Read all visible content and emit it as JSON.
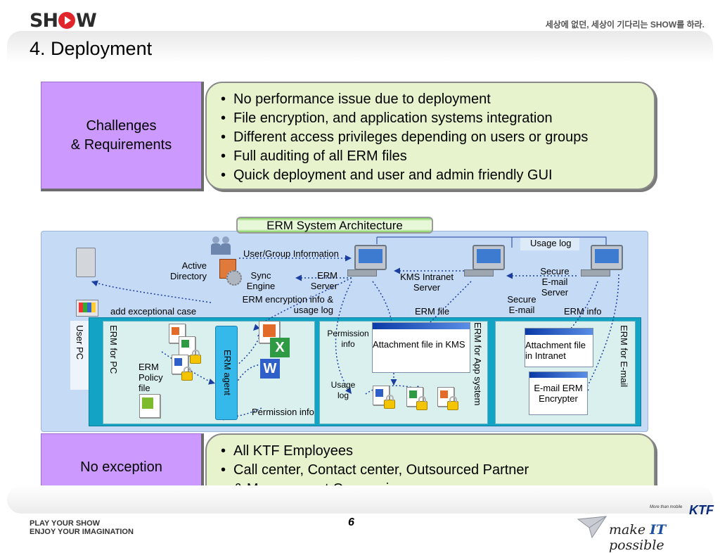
{
  "header": {
    "logo": "SHOW",
    "slogan": "세상에 없던, 세상이 기다리는 SHOW를 하라.",
    "title": "4. Deployment"
  },
  "challenges": {
    "label_line1": "Challenges",
    "label_line2": "& Requirements",
    "items": [
      "No performance issue due to deployment",
      "File encryption, and application systems integration",
      "Different access privileges depending on users or groups",
      "Full auditing of all ERM files",
      "Quick deployment and user and admin friendly GUI"
    ]
  },
  "architecture": {
    "title": "ERM System Architecture",
    "labels": {
      "usage_log_top": "Usage log",
      "user_group_info": "User/Group Information",
      "active_directory": "Active Directory",
      "sync_engine": "Sync Engine",
      "erm_server": "ERM Server",
      "kms_server": "KMS Intranet Server",
      "secure_email_server": "Secure E-mail Server",
      "secure_email": "Secure E-mail",
      "erm_encryption_log": "ERM encryption info & usage log",
      "add_exceptional_case": "add exceptional case",
      "erm_file": "ERM file",
      "erm_info": "ERM info",
      "user_pc": "User PC",
      "erm_for_pc": "ERM for PC",
      "erm_agent": "ERM agent",
      "erm_policy_file": "ERM Policy file",
      "permission_info_bottom": "Permission info",
      "permission_info_app": "Permission info",
      "usage_log_app": "Usage log",
      "attachment_kms": "Attachment file in KMS",
      "erm_for_app": "ERM for App system",
      "attachment_intranet": "Attachment file in Intranet",
      "email_erm_encrypter": "E-mail ERM Encrypter",
      "erm_for_email": "ERM for E-mail"
    }
  },
  "exception": {
    "label": "No exception",
    "items": [
      "All KTF Employees",
      "Call center, Contact center, Outsourced Partner",
      "& Management Companies"
    ]
  },
  "footer": {
    "play_line1": "PLAY YOUR SHOW",
    "play_line2": "ENJOY YOUR IMAGINATION",
    "page_number": "6",
    "more_than_mobile": "More than mobile",
    "ktf": "KTF",
    "make": "make",
    "it": "IT",
    "possible": "possible"
  },
  "colors": {
    "side_label": "#cc99ff",
    "bullet_box": "#e6f3cc",
    "architecture_bg": "#c5daf4",
    "architecture_inner": "#13a3c4",
    "agent": "#35b8ea"
  }
}
